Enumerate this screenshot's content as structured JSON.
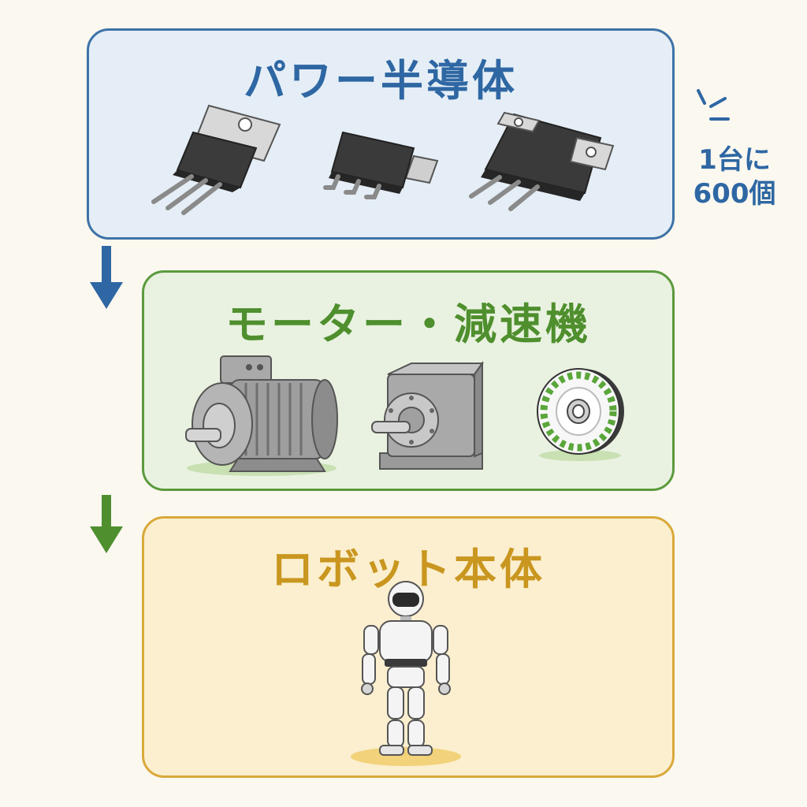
{
  "sections": {
    "power": {
      "title": "パワー半導体",
      "color": "#3d73a6"
    },
    "motor": {
      "title": "モーター・減速機",
      "color": "#5b9a3e"
    },
    "robot": {
      "title": "ロボット本体",
      "color": "#d9a93a"
    }
  },
  "note": {
    "line1": "1台に",
    "line2": "600個"
  },
  "icons": {
    "power_items": [
      "to220-transistor-icon",
      "smd-power-chip-icon",
      "power-module-icon"
    ],
    "motor_items": [
      "electric-motor-icon",
      "gear-reducer-icon",
      "encoder-disk-icon"
    ],
    "robot_items": [
      "humanoid-robot-icon"
    ],
    "arrows": [
      "down-arrow-icon",
      "down-arrow-icon"
    ]
  }
}
